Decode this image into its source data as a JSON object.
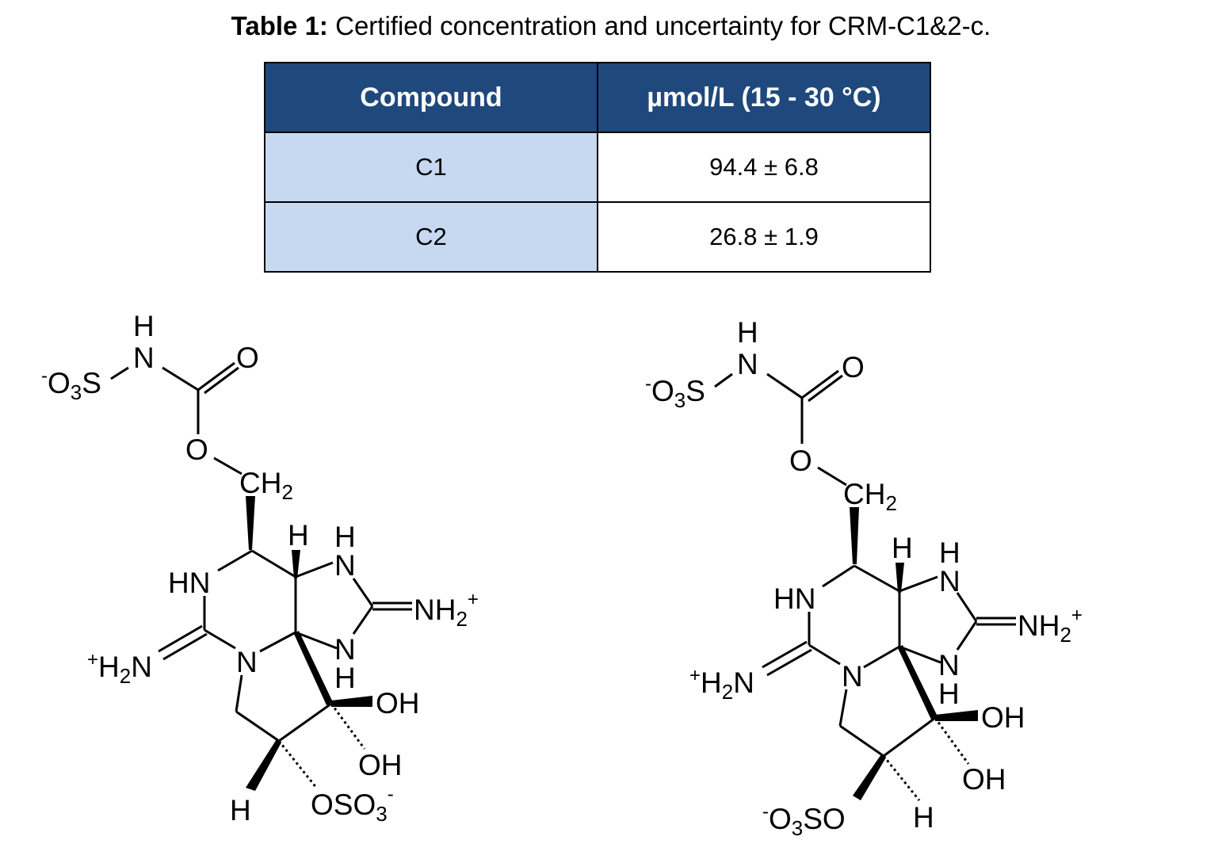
{
  "caption": {
    "label": "Table 1:",
    "text": " Certified concentration and uncertainty for CRM-C1&2-c."
  },
  "table": {
    "headers": [
      "Compound",
      "µmol/L (15 - 30 °C)"
    ],
    "rows": [
      {
        "compound": "C1",
        "value": "94.4 ± 6.8"
      },
      {
        "compound": "C2",
        "value": "26.8 ± 1.9"
      }
    ],
    "colors": {
      "header_bg": "#1f497d",
      "header_text": "#ffffff",
      "compound_bg": "#c6d9f1"
    }
  },
  "structure_c1": {
    "o3s": {
      "charge": "-",
      "o": "O",
      "sub": "3",
      "s": "S"
    },
    "n_top": "N",
    "h_top": "H",
    "o_carbonyl": "O",
    "o_ester": "O",
    "ch2": {
      "c": "CH",
      "sub": "2"
    },
    "h_a": "H",
    "h_b": "H",
    "n_upper": "N",
    "hn": "HN",
    "nh2": {
      "text": "NH",
      "sub": "2",
      "charge": "+"
    },
    "h2n": {
      "charge": "+",
      "h": "H",
      "sub": "2",
      "n": "N"
    },
    "n_ring": "N",
    "n_lower": "N",
    "h_lower": "H",
    "oh1": "OH",
    "oh2": "OH",
    "h_bottom": "H",
    "oso3": {
      "text": "OSO",
      "sub": "3",
      "charge": "-"
    }
  },
  "structure_c2": {
    "o3s": {
      "charge": "-",
      "o": "O",
      "sub": "3",
      "s": "S"
    },
    "n_top": "N",
    "h_top": "H",
    "o_carbonyl": "O",
    "o_ester": "O",
    "ch2": {
      "c": "CH",
      "sub": "2"
    },
    "h_a": "H",
    "h_b": "H",
    "n_upper": "N",
    "hn": "HN",
    "nh2": {
      "text": "NH",
      "sub": "2",
      "charge": "+"
    },
    "h2n": {
      "charge": "+",
      "h": "H",
      "sub": "2",
      "n": "N"
    },
    "n_ring": "N",
    "n_lower": "N",
    "h_lower": "H",
    "oh1": "OH",
    "oh2": "OH",
    "h_bottom": "H",
    "o3so": {
      "charge": "-",
      "o": "O",
      "sub": "3",
      "text": "SO"
    }
  }
}
